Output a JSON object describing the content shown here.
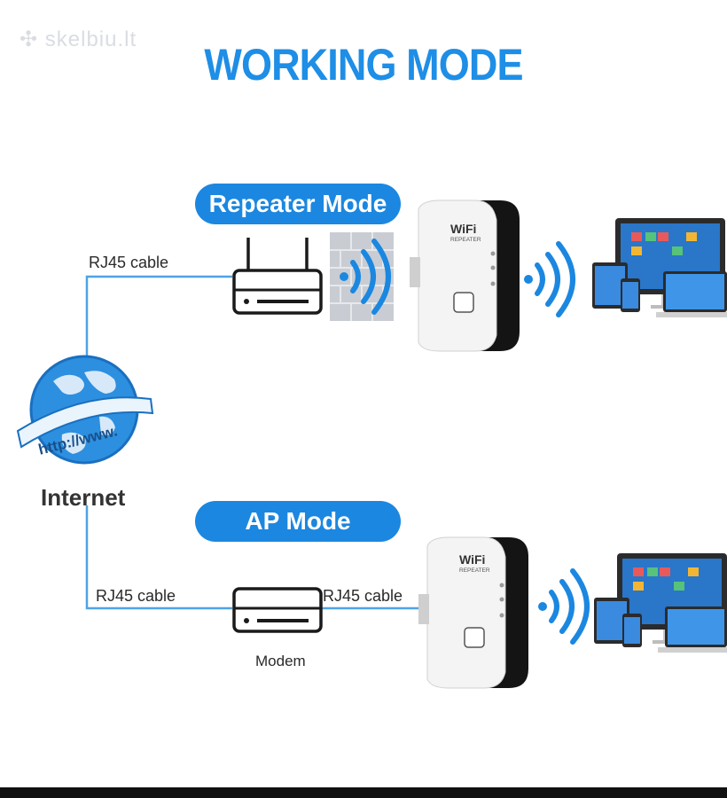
{
  "watermark": "skelbiu.lt",
  "title": "WORKING MODE",
  "repeater_section": {
    "mode_label": "Repeater Mode",
    "cable_label": "RJ45 cable",
    "device_brand": "WiFi",
    "device_sub": "REPEATER"
  },
  "internet": {
    "globe_text": "http://www.",
    "label": "Internet"
  },
  "ap_section": {
    "mode_label": "AP Mode",
    "cable_label_left": "RJ45 cable",
    "cable_label_right": "RJ45 cable",
    "modem_label": "Modem",
    "device_brand": "WiFi",
    "device_sub": "REPEATER"
  },
  "colors": {
    "accent": "#1b87e0",
    "title": "#1e8ee6",
    "line": "#4ea3e6"
  }
}
